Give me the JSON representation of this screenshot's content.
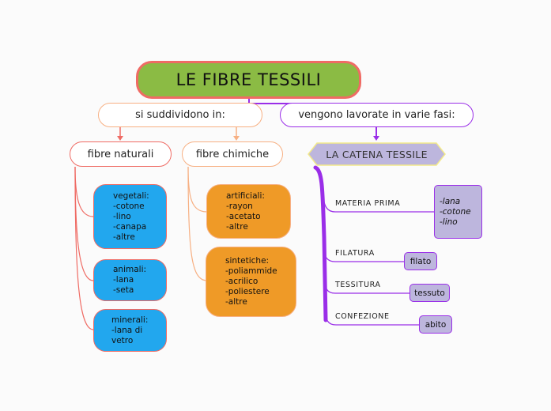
{
  "root": {
    "title": "LE FIBRE TESSILI"
  },
  "branch_left": {
    "label": "si suddividono in:",
    "children": [
      {
        "label": "fibre naturali",
        "groups": [
          {
            "lines": [
              "vegetali:",
              "-cotone",
              "-lino",
              "-canapa",
              "-altre"
            ]
          },
          {
            "lines": [
              "animali:",
              "-lana",
              "-seta"
            ]
          },
          {
            "lines": [
              "minerali:",
              "-lana di",
              "vetro"
            ]
          }
        ]
      },
      {
        "label": "fibre chimiche",
        "groups": [
          {
            "lines": [
              "artificiali:",
              "-rayon",
              "-acetato",
              "-altre"
            ]
          },
          {
            "lines": [
              "sintetiche:",
              "-poliammide",
              "-acrilico",
              "-poliestere",
              "-altre"
            ]
          }
        ]
      }
    ]
  },
  "branch_right": {
    "label": "vengono lavorate in varie fasi:",
    "chain": {
      "label": "LA CATENA TESSILE",
      "phases": [
        {
          "label": "MATERIA PRIMA",
          "outputs": [
            "-lana",
            "-cotone",
            "-lino"
          ]
        },
        {
          "label": "FILATURA",
          "outputs": [
            "filato"
          ]
        },
        {
          "label": "TESSITURA",
          "outputs": [
            "tessuto"
          ]
        },
        {
          "label": "CONFEZIONE",
          "outputs": [
            "abito"
          ]
        }
      ]
    }
  },
  "colors": {
    "root_fill": "#8bbb44",
    "root_border": "#ef6b64",
    "natural_line": "#ef6b64",
    "chemical_line": "#f7b083",
    "chain_line": "#9a2ee8",
    "blue_box": "#22a7ee",
    "amber_box": "#ef9a27",
    "lavender_box": "#bdb6dd"
  }
}
